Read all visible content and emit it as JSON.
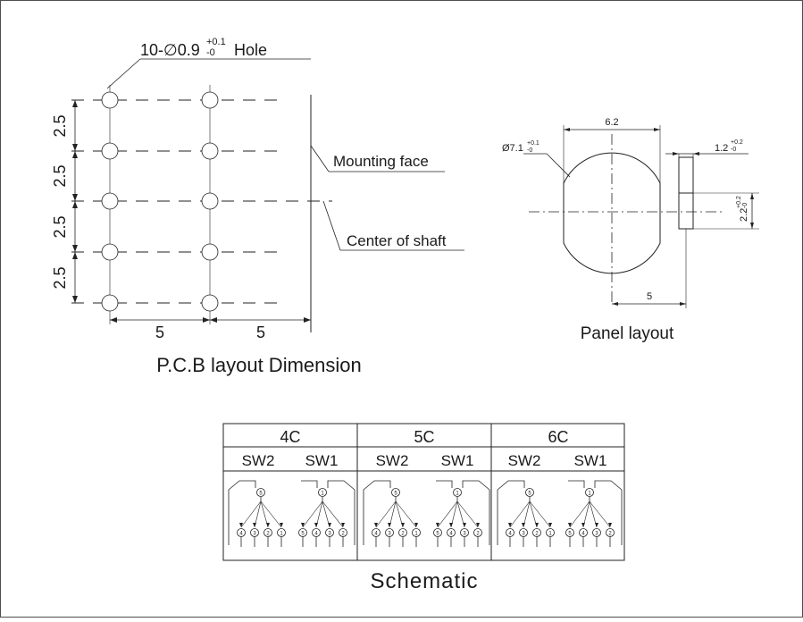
{
  "pcb": {
    "hole_label": "10-∅0.9",
    "hole_tol_plus": "+0.1",
    "hole_tol_minus": "-0",
    "hole_suffix": "Hole",
    "pitch_vertical": "2.5",
    "pitch_horizontal": "5",
    "mounting_face": "Mounting face",
    "center_of_shaft": "Center of shaft",
    "title": "P.C.B layout Dimension"
  },
  "panel": {
    "width": "6.2",
    "diameter": "Ø7.1",
    "diameter_tol_plus": "+0.1",
    "diameter_tol_minus": "-0",
    "slot_width": "1.2",
    "slot_width_tol_plus": "+0.2",
    "slot_width_tol_minus": "-0",
    "slot_height": "2.2",
    "slot_height_tol_plus": "+0.2",
    "slot_height_tol_minus": "-0",
    "offset": "5",
    "title": "Panel layout"
  },
  "schematic": {
    "title": "Schematic",
    "groups": [
      {
        "name": "4C",
        "sw_left": "SW2",
        "sw_right": "SW1"
      },
      {
        "name": "5C",
        "sw_left": "SW2",
        "sw_right": "SW1"
      },
      {
        "name": "6C",
        "sw_left": "SW2",
        "sw_right": "SW1"
      }
    ],
    "pins": {
      "left_common": "5",
      "right_common": "1",
      "left_set": [
        "4",
        "3",
        "2",
        "1"
      ],
      "right_set": [
        "5",
        "4",
        "3",
        "2"
      ]
    }
  }
}
